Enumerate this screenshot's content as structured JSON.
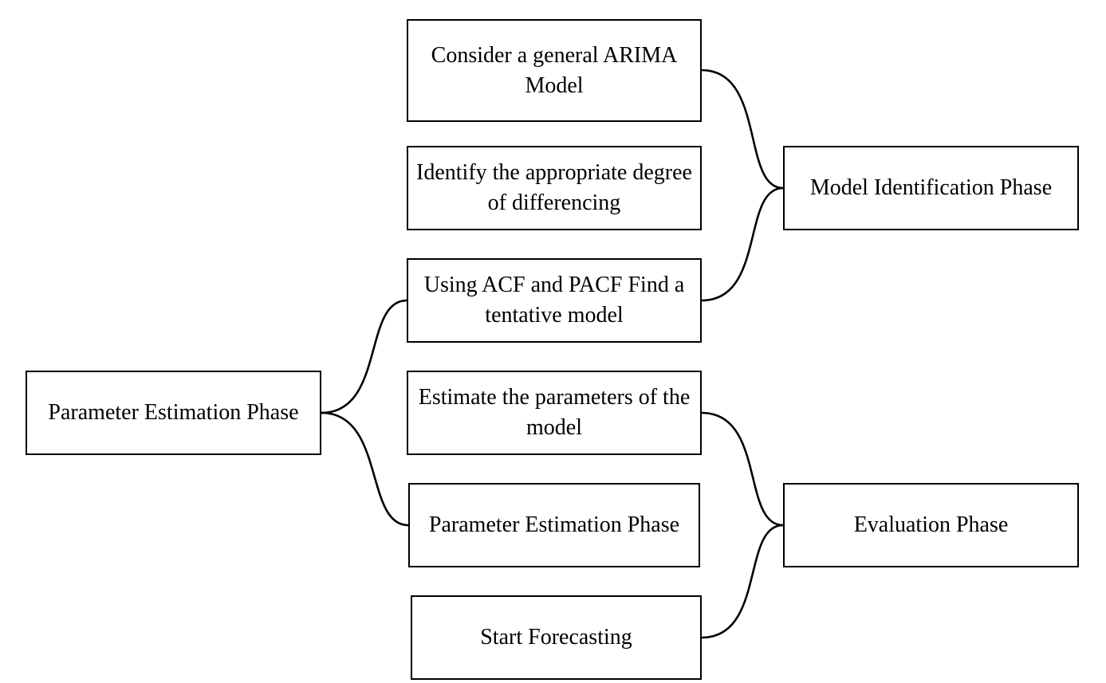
{
  "boxes": {
    "consider": "Consider a general ARIMA Model",
    "identify": "Identify the appropriate degree of differencing",
    "using": "Using ACF and PACF Find a tentative model",
    "estimate": "Estimate the parameters of the model",
    "parameter_middle": "Parameter Estimation Phase",
    "start": "Start Forecasting",
    "model_identification": "Model Identification Phase",
    "evaluation": "Evaluation Phase",
    "parameter_left": "Parameter Estimation Phase"
  }
}
